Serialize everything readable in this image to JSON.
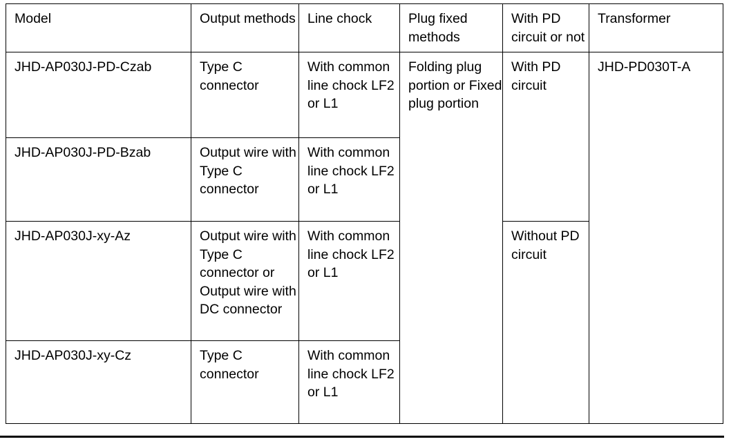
{
  "document": {
    "table": {
      "name": "model-specification-table",
      "columns": [
        {
          "key": "model",
          "label": "Model"
        },
        {
          "key": "output",
          "label": "Output methods"
        },
        {
          "key": "chock",
          "label": "Line chock"
        },
        {
          "key": "plug",
          "label": "Plug fixed methods"
        },
        {
          "key": "pd",
          "label": "With PD circuit or not"
        },
        {
          "key": "transformer",
          "label": "Transformer"
        }
      ],
      "rows": [
        {
          "model": "JHD-AP030J-PD-Czab",
          "output": "Type C connector",
          "chock": "With common line chock LF2 or L1"
        },
        {
          "model": "JHD-AP030J-PD-Bzab",
          "output": "Output wire with Type C connector",
          "chock": "With common line chock LF2 or L1"
        },
        {
          "model": "JHD-AP030J-xy-Az",
          "output": "Output wire with Type C connector or Output wire with DC connector",
          "chock": "With common line chock LF2 or L1"
        },
        {
          "model": "JHD-AP030J-xy-Cz",
          "output": "Type C connector",
          "chock": "With common line chock LF2 or L1"
        }
      ],
      "merged_cells": {
        "plug_fixed_methods_all_rows": "Folding plug portion or Fixed plug portion",
        "pd_rows_1_2": "With PD circuit",
        "pd_rows_3_4": "Without PD circuit",
        "transformer_all_rows": "JHD-PD030T-A"
      }
    },
    "colors": {
      "text": "#000000",
      "border": "#000000",
      "background": "#ffffff"
    }
  }
}
